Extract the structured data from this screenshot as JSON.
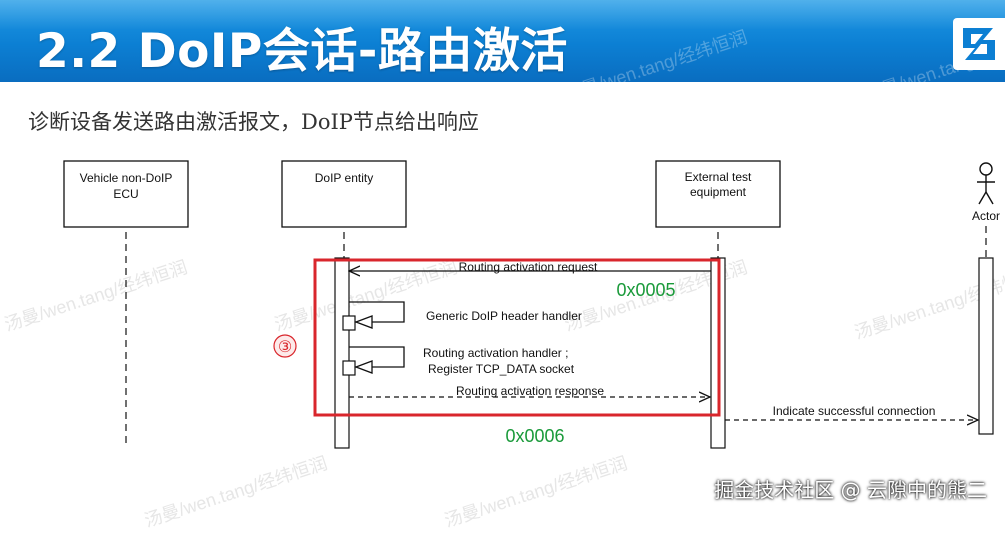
{
  "header": {
    "title": "2.2 DoIP会话-路由激活",
    "logo_icon": "brand-logo-icon",
    "bg_color": "#0c7fd3"
  },
  "subtitle": "诊断设备发送路由激活报文，DoIP节点给出响应",
  "watermark": "汤曼/wen.tang/经纬恒润",
  "diagram": {
    "participants": [
      {
        "line1": "Vehicle non-DoIP",
        "line2": "ECU"
      },
      {
        "line1": "DoIP entity",
        "line2": ""
      },
      {
        "line1": "External test",
        "line2": "equipment"
      },
      {
        "line1": "Actor",
        "line2": ""
      }
    ],
    "messages": {
      "request": "Routing activation request",
      "header_handler": "Generic DoIP header handler",
      "activation_handler_1": "Routing activation handler ;",
      "activation_handler_2": "Register TCP_DATA socket",
      "response": "Routing activation response",
      "indicate": "Indicate successful connection"
    },
    "codes": {
      "request": "0x0005",
      "response": "0x0006"
    },
    "step_marker": "③",
    "highlight_color": "#d9262c",
    "code_color": "#1a9a3a"
  },
  "footer": "掘金技术社区 @ 云隙中的熊二"
}
